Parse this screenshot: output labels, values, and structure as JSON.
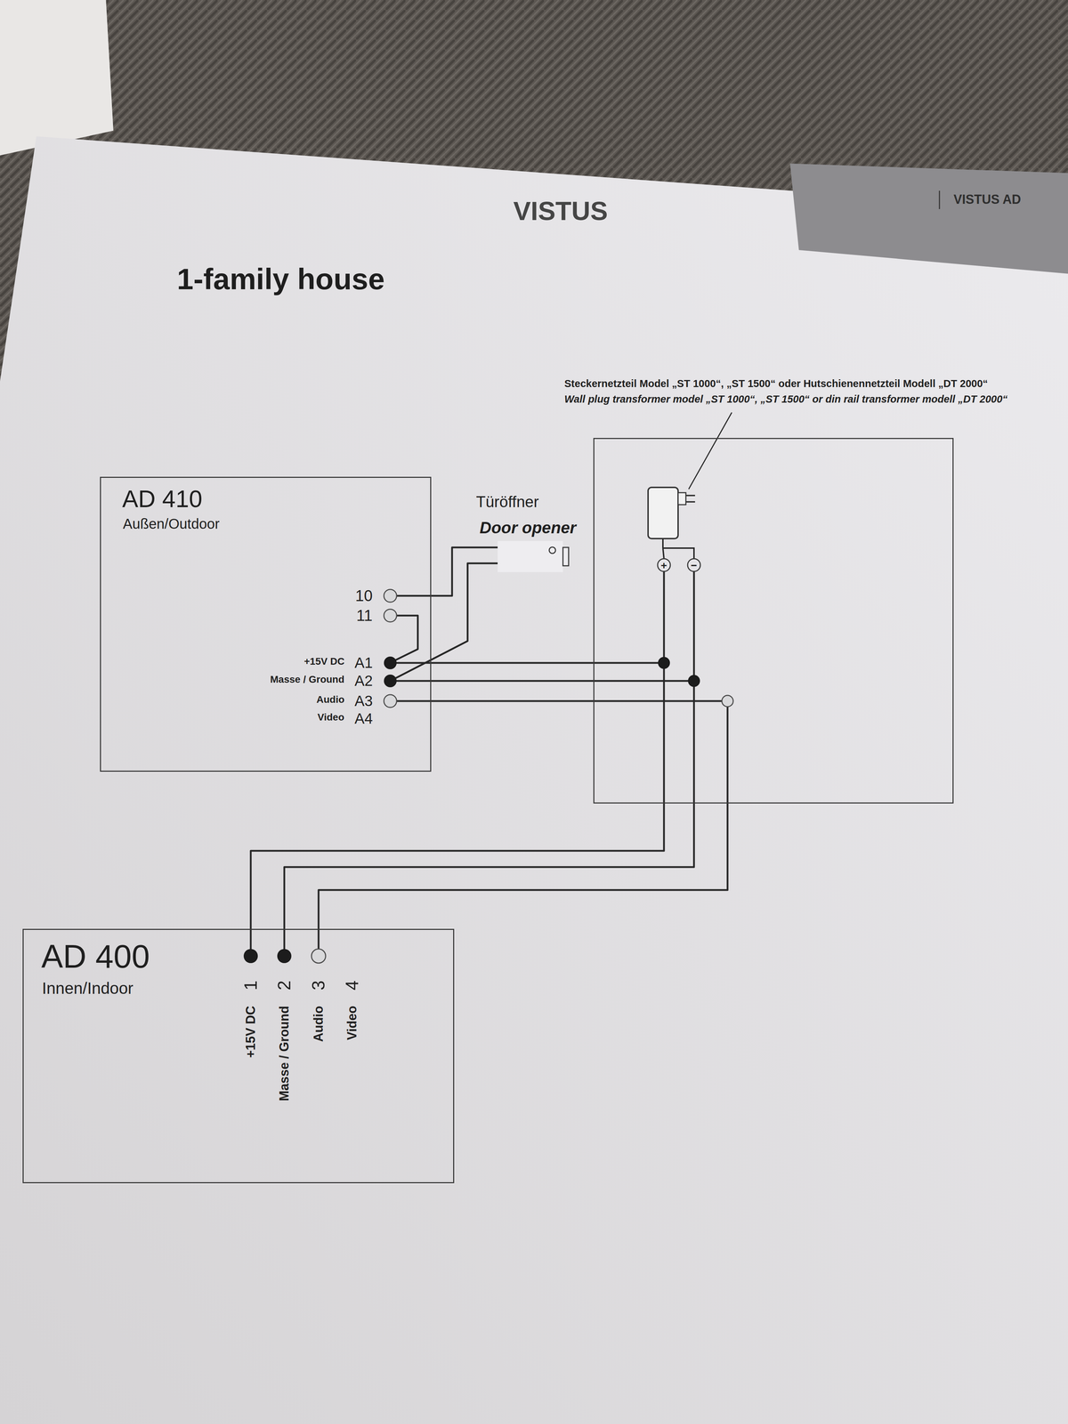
{
  "diagram": {
    "title": "1-family house",
    "nodes": [
      {
        "text": [
          "AD 410",
          "Außen/Outdoor"
        ]
      },
      {
        "text": [
          "Steckernetzteil Model „ST 1000“, „ST 1500“ oder Hutschienennetzteil Modell „DT 2000“",
          "Wall plug transformer model „ST 1000“, „ST 1500“ or din rail transformer modell „DT 2000“"
        ]
      },
      {
        "text": [
          "Türöffner",
          "Door opener"
        ]
      },
      {
        "text": [
          "AD 400",
          "Innen/Indoor"
        ]
      }
    ],
    "edges": [
      {
        "from": 0,
        "to": 1,
        "arrow": "none"
      },
      {
        "from": 0,
        "to": 1,
        "arrow": "none"
      },
      {
        "from": 0,
        "to": 1,
        "arrow": "none"
      },
      {
        "from": 1,
        "to": 3,
        "arrow": "none"
      },
      {
        "from": 1,
        "to": 3,
        "arrow": "none"
      },
      {
        "from": 1,
        "to": 3,
        "arrow": "none"
      },
      {
        "from": 0,
        "to": 2,
        "arrow": "none"
      },
      {
        "from": 2,
        "to": 0,
        "arrow": "none"
      }
    ],
    "labels": [
      "VISTUS",
      "VISTUS AD",
      "10",
      "11",
      "+15V DC",
      "A1",
      "Masse / Ground",
      "A2",
      "Audio",
      "A3",
      "Video",
      "A4",
      "1",
      "2",
      "3",
      "4",
      "+15V DC",
      "Masse / Ground",
      "Audio",
      "Video",
      "+",
      "−"
    ]
  }
}
